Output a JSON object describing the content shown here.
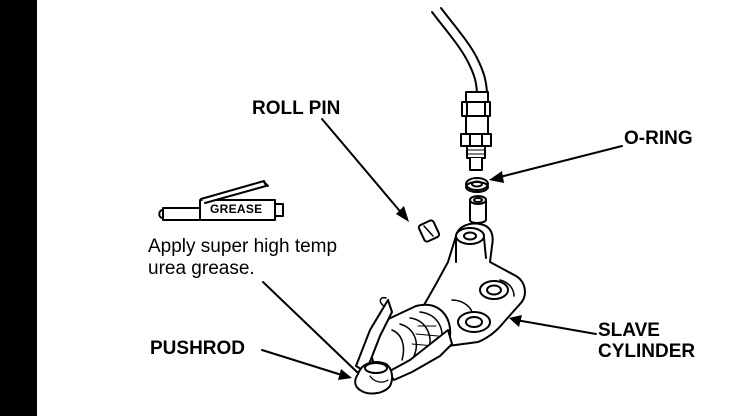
{
  "diagram": {
    "callouts": {
      "roll_pin": "ROLL PIN",
      "o_ring": "O-RING",
      "slave_cylinder_line1": "SLAVE",
      "slave_cylinder_line2": "CYLINDER",
      "pushrod": "PUSHROD"
    },
    "grease_gun_label": "GREASE",
    "note_line1": "Apply super high temp",
    "note_line2": "urea grease."
  },
  "icons": [
    "grease-gun-icon",
    "brake-line-icon",
    "flare-nut-icon",
    "o-ring-icon",
    "roll-pin-icon",
    "slave-cylinder-icon",
    "pushrod-icon"
  ],
  "colors": {
    "ink": "#000000",
    "paper": "#ffffff"
  }
}
